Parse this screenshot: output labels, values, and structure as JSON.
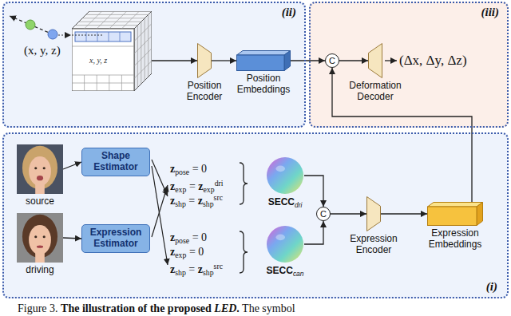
{
  "diagram": {
    "caption": "Figure 3. The illustration of the proposed LED. The symbol",
    "nodes": [
      {
        "text": [
          "(ii)"
        ]
      },
      {
        "text": [
          "x, y, z"
        ],
        "in": 0
      },
      {
        "text": [
          "Position Encoder"
        ],
        "in": 0
      },
      {
        "text": [
          "Position Embeddings"
        ],
        "in": 0
      },
      {
        "text": [
          "(iii)"
        ]
      },
      {
        "text": [
          "C"
        ],
        "in": 4
      },
      {
        "text": [
          "Deformation Decoder"
        ],
        "in": 4
      },
      {
        "text": [
          "(i)"
        ]
      },
      {
        "text": [
          "source"
        ],
        "in": 7
      },
      {
        "text": [
          "Shape Estimator"
        ],
        "in": 7
      },
      {
        "text": [
          "driving"
        ],
        "in": 7
      },
      {
        "text": [
          "Expression Estimator"
        ],
        "in": 7
      },
      {
        "text": [
          "SECCdri"
        ],
        "in": 7
      },
      {
        "text": [
          "SECCcan"
        ],
        "in": 7
      },
      {
        "text": [
          "C"
        ],
        "in": 7
      },
      {
        "text": [
          "Expression Encoder"
        ],
        "in": 7
      },
      {
        "text": [
          "Expression Embeddings"
        ],
        "in": 7
      }
    ],
    "edges": [
      {
        "from": 1,
        "to": 2,
        "arrow": "to"
      },
      {
        "from": 2,
        "to": 3,
        "arrow": "to"
      },
      {
        "from": 3,
        "to": 5,
        "arrow": "to"
      },
      {
        "from": 5,
        "to": 6,
        "arrow": "to"
      },
      {
        "from": 16,
        "to": 5,
        "arrow": "to"
      },
      {
        "from": 8,
        "to": 9,
        "arrow": "to"
      },
      {
        "from": 10,
        "to": 11,
        "arrow": "to"
      },
      {
        "from": 12,
        "to": 14,
        "arrow": "to"
      },
      {
        "from": 13,
        "to": 14,
        "arrow": "to"
      },
      {
        "from": 14,
        "to": 15,
        "arrow": "to"
      },
      {
        "from": 15,
        "to": 16,
        "arrow": "to"
      }
    ],
    "labels": [
      "(x, y, z)",
      "zpose = 0",
      "zexp = zexpdri",
      "zshp = zshpsrc",
      "zpose = 0",
      "zexp = 0",
      "zshp = zshpsrc",
      "(Δx, Δy, Δz)"
    ]
  }
}
